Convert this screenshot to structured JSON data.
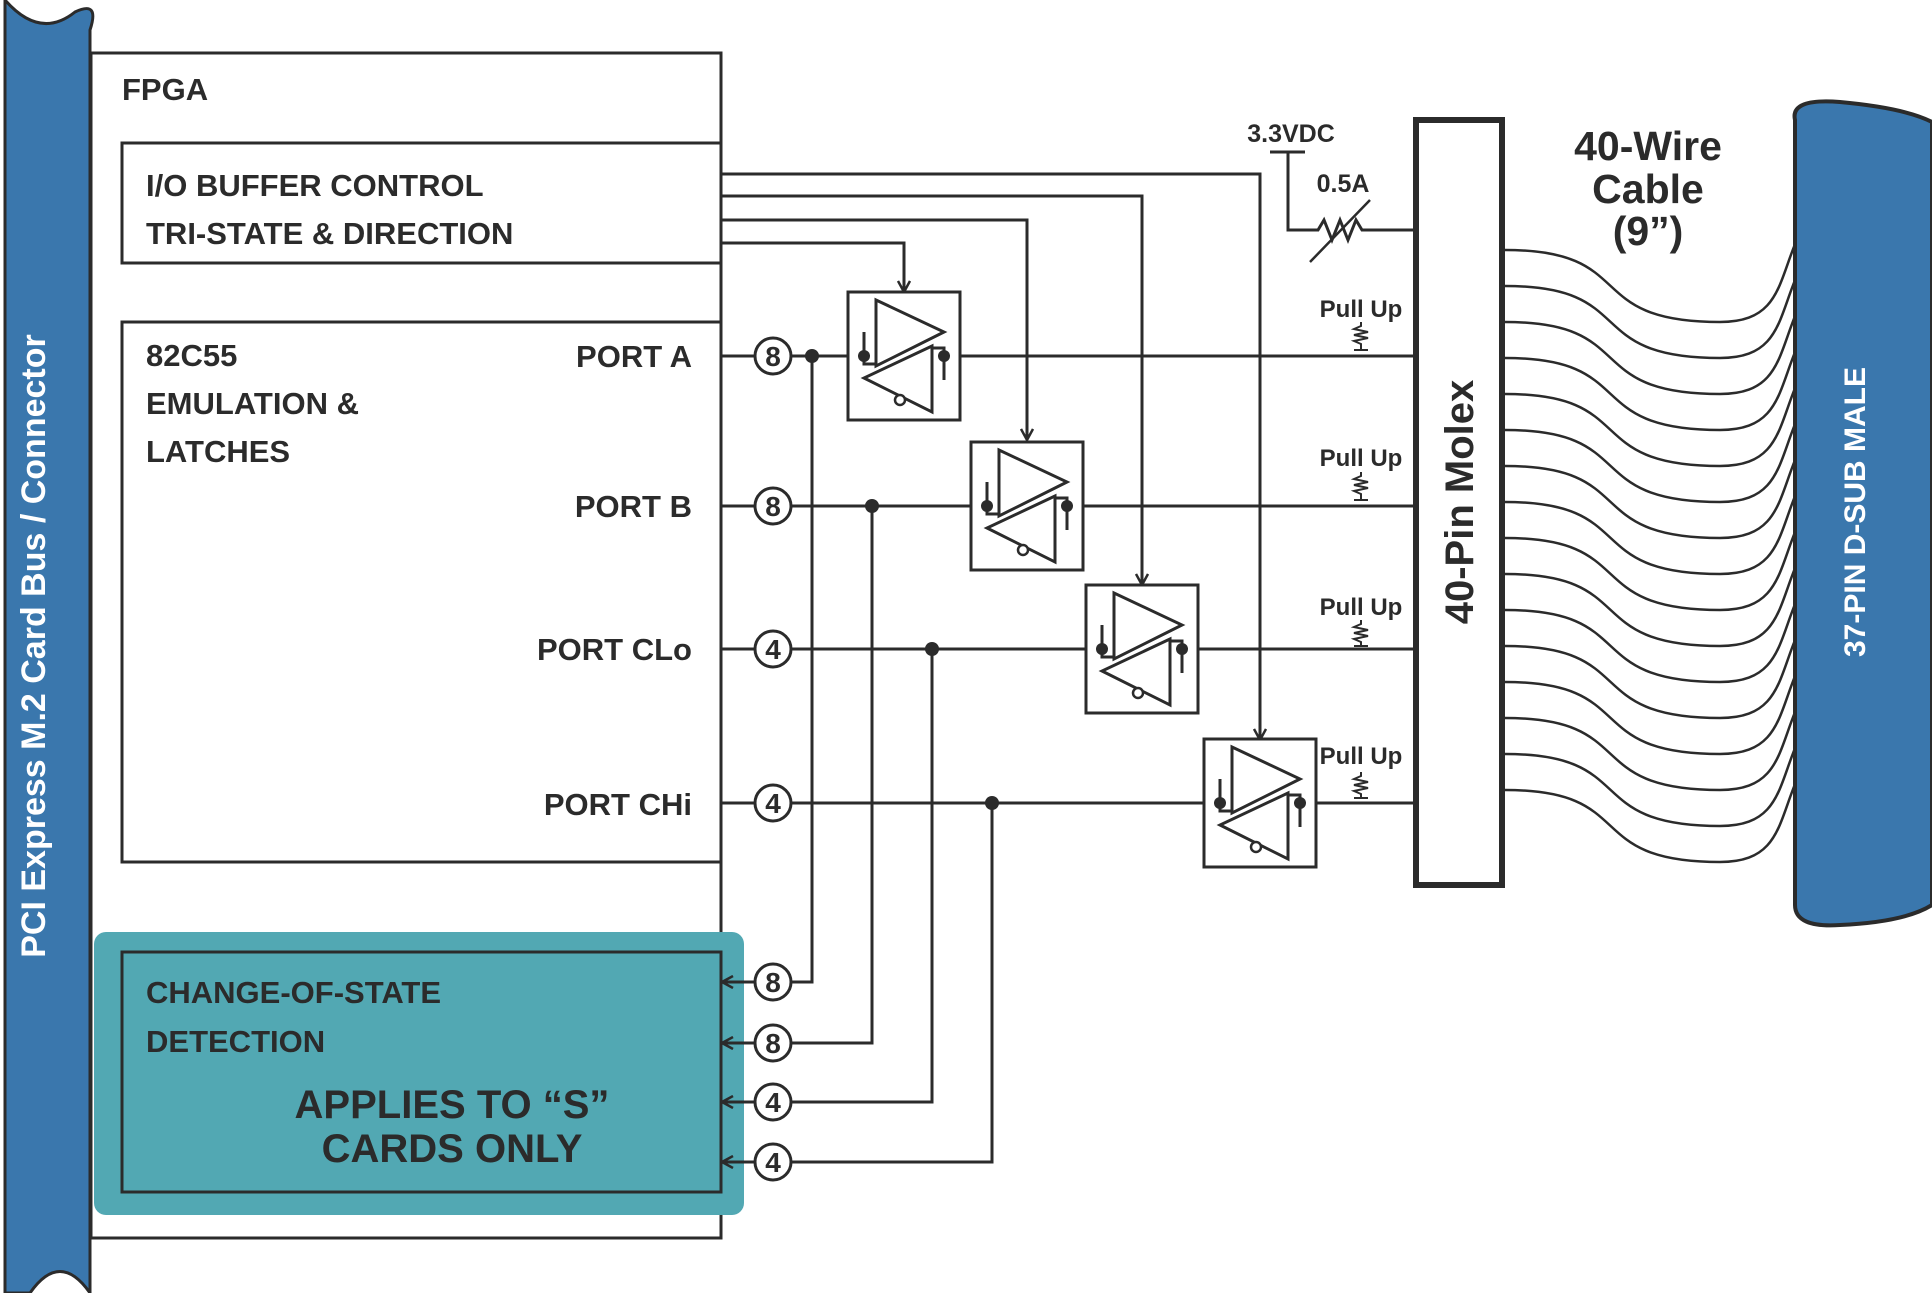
{
  "colors": {
    "bus_blue": "#3a77ad",
    "cos_teal": "#52a8b3",
    "ink": "#2b2b2b",
    "white": "#ffffff"
  },
  "bus": {
    "label": "PCI Express M.2 Card Bus / Connector"
  },
  "fpga": {
    "label": "FPGA"
  },
  "io_buffer": {
    "line1": "I/O BUFFER CONTROL",
    "line2": "TRI-STATE & DIRECTION"
  },
  "emulation": {
    "line1": "82C55",
    "line2": "EMULATION &",
    "line3": "LATCHES"
  },
  "ports": [
    {
      "name": "PORT A",
      "width": "8"
    },
    {
      "name": "PORT B",
      "width": "8"
    },
    {
      "name": "PORT CLo",
      "width": "4"
    },
    {
      "name": "PORT CHi",
      "width": "4"
    }
  ],
  "cos": {
    "line1": "CHANGE-OF-STATE",
    "line2": "DETECTION",
    "note1": "APPLIES TO “S”",
    "note2": "CARDS ONLY",
    "inputs": [
      "8",
      "8",
      "4",
      "4"
    ]
  },
  "power": {
    "voltage": "3.3VDC",
    "fuse": "0.5A"
  },
  "pullup_label": "Pull Up",
  "molex": {
    "label": "40-Pin Molex"
  },
  "cable": {
    "line1": "40-Wire",
    "line2": "Cable",
    "line3": "(9”)"
  },
  "dsub": {
    "label": "37-PIN D-SUB MALE"
  }
}
